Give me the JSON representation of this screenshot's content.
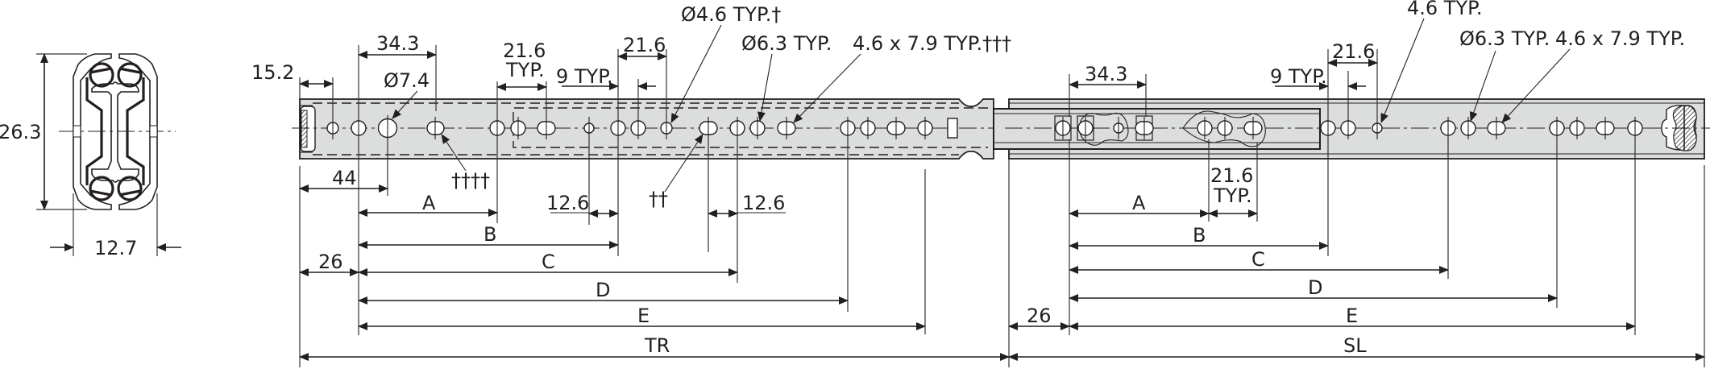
{
  "cross_section": {
    "height_label": "26.3",
    "width_label": "12.7"
  },
  "closed_rail": {
    "top_dims": {
      "start_offset": "15.2",
      "slot_pitch": "34.3",
      "pitch_typ_value": "21.6",
      "pitch_typ_suffix": "TYP.",
      "offset_typ": "9 TYP.",
      "pitch_right": "21.6"
    },
    "callouts": {
      "hole_74": "Ø7.4",
      "hole_46": "Ø4.6 TYP.†",
      "hole_63": "Ø6.3 TYP.",
      "slot": "4.6 x 7.9 TYP.†††",
      "note_4": "††††",
      "note_2": "††"
    },
    "bottom_dims": {
      "first_offset": "44",
      "offset_126_left": "12.6",
      "offset_126_right": "12.6",
      "start_26": "26",
      "A": "A",
      "B": "B",
      "C": "C",
      "D": "D",
      "E": "E",
      "overall": "TR"
    }
  },
  "extended_rail": {
    "top_dims": {
      "slot_pitch": "34.3",
      "offset_typ": "9 TYP.",
      "pitch_right": "21.6"
    },
    "callouts": {
      "hole_46": "4.6 TYP.",
      "hole_63": "Ø6.3 TYP.",
      "slot": "4.6 x 7.9 TYP."
    },
    "bottom_dims": {
      "pitch_typ_value": "21.6",
      "pitch_typ_suffix": "TYP.",
      "start_26": "26",
      "A": "A",
      "B": "B",
      "C": "C",
      "D": "D",
      "E": "E",
      "overall": "SL"
    }
  },
  "colors": {
    "rail_fill": "#dcdddd",
    "line": "#231f20",
    "background": "#ffffff"
  }
}
